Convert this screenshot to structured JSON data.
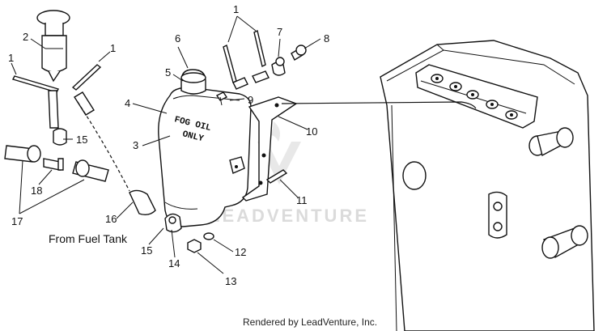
{
  "diagram": {
    "callouts": [
      "1",
      "1",
      "1",
      "2",
      "3",
      "4",
      "5",
      "6",
      "7",
      "8",
      "9",
      "10",
      "11",
      "12",
      "13",
      "14",
      "15",
      "15",
      "16",
      "17",
      "18"
    ],
    "tank_label": [
      "FOG OIL",
      "ONLY"
    ],
    "caption": "From Fuel Tank",
    "watermark": "LEADVENTURE",
    "footer": "Rendered by LeadVenture, Inc."
  }
}
